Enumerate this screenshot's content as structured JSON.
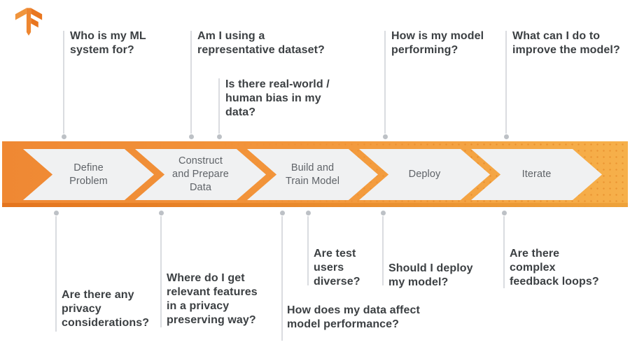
{
  "brand": {
    "logo": "tensorflow-logo"
  },
  "top_questions": [
    {
      "text": "Who is my ML\nsystem for?"
    },
    {
      "text": "Am I using a\nrepresentative dataset?"
    },
    {
      "text": "Is there real-world /\nhuman bias in my\ndata?"
    },
    {
      "text": "How is my model\nperforming?"
    },
    {
      "text": "What can I do to\nimprove the model?"
    }
  ],
  "pipeline_steps": [
    {
      "label": "Define\nProblem"
    },
    {
      "label": "Construct\nand Prepare\nData"
    },
    {
      "label": "Build and\nTrain Model"
    },
    {
      "label": "Deploy"
    },
    {
      "label": "Iterate"
    }
  ],
  "bottom_questions": [
    {
      "text": "Are there any\nprivacy\nconsiderations?"
    },
    {
      "text": "Where do I get\nrelevant features\nin a privacy\npreserving way?"
    },
    {
      "text": "How does my data affect\nmodel performance?"
    },
    {
      "text": "Are test\nusers\ndiverse?"
    },
    {
      "text": "Should I deploy\nmy model?"
    },
    {
      "text": "Are there\ncomplex\nfeedback loops?"
    }
  ],
  "colors": {
    "band_gradient_start": "#ef8833",
    "band_gradient_end": "#f6b04a",
    "band_bottom_edge": "#e2711a",
    "chevron_fill": "#f0f1f2",
    "question_text": "#3c4043",
    "step_text": "#5f6368",
    "connector_line": "#dadce0",
    "connector_dot": "#bdc1c6",
    "logo_orange_light": "#f0943c",
    "logo_orange_mid": "#ee8630",
    "logo_orange_dark": "#e9761f"
  }
}
